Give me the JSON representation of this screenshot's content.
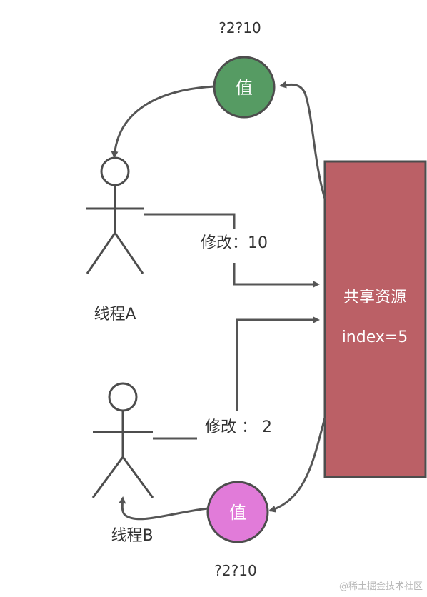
{
  "nodes": {
    "value_top": {
      "label": "值",
      "caption": "?2?10",
      "fill": "#569b63"
    },
    "value_bottom": {
      "label": "值",
      "caption": "?2?10",
      "fill": "#e17bd9"
    },
    "shared_resource": {
      "title": "共享资源",
      "subtitle": "index=5",
      "fill": "#bb6066"
    }
  },
  "actors": {
    "thread_a": {
      "label": "线程A"
    },
    "thread_b": {
      "label": "线程B"
    }
  },
  "edges": {
    "modify_a": {
      "label": "修改：10"
    },
    "modify_b": {
      "label": "修改 ： 2"
    }
  },
  "watermark": "@稀土掘金技术社区",
  "colors": {
    "stroke": "#4d4d4d",
    "line": "#555555",
    "text": "#333333"
  }
}
